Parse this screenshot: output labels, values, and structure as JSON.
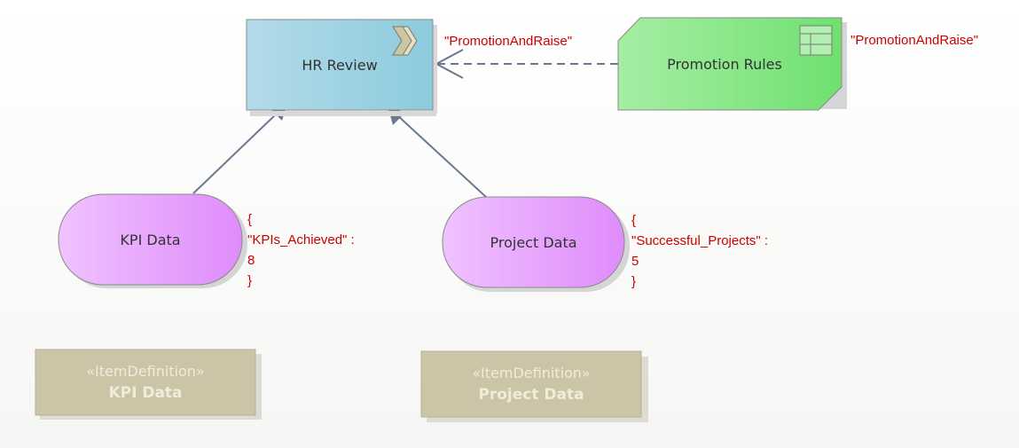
{
  "colors": {
    "decision_fill": "#a9d4e4",
    "knowledge_fill": "#8ce78a",
    "input_fill": "#e9a6ff",
    "itemdef_fill": "#cbc4a6",
    "connector": "#6b7891",
    "label_red": "#cc0000"
  },
  "decision": {
    "name": "HR Review",
    "icon": "chevron-double-icon"
  },
  "knowledge": {
    "name": "Promotion Rules",
    "icon": "table-icon"
  },
  "dependency_label": "\"PromotionAndRaise\"",
  "knowledge_label": "\"PromotionAndRaise\"",
  "inputs": [
    {
      "name": "KPI Data",
      "json": {
        "open": "{",
        "key": "\"KPIs_Achieved\" :",
        "value": "8",
        "close": "}"
      }
    },
    {
      "name": "Project Data",
      "json": {
        "open": "{",
        "key": "\"Successful_Projects\" :",
        "value": "5",
        "close": "}"
      }
    }
  ],
  "item_definitions": [
    {
      "stereotype": "«ItemDefinition»",
      "name": "KPI Data"
    },
    {
      "stereotype": "«ItemDefinition»",
      "name": "Project Data"
    }
  ]
}
